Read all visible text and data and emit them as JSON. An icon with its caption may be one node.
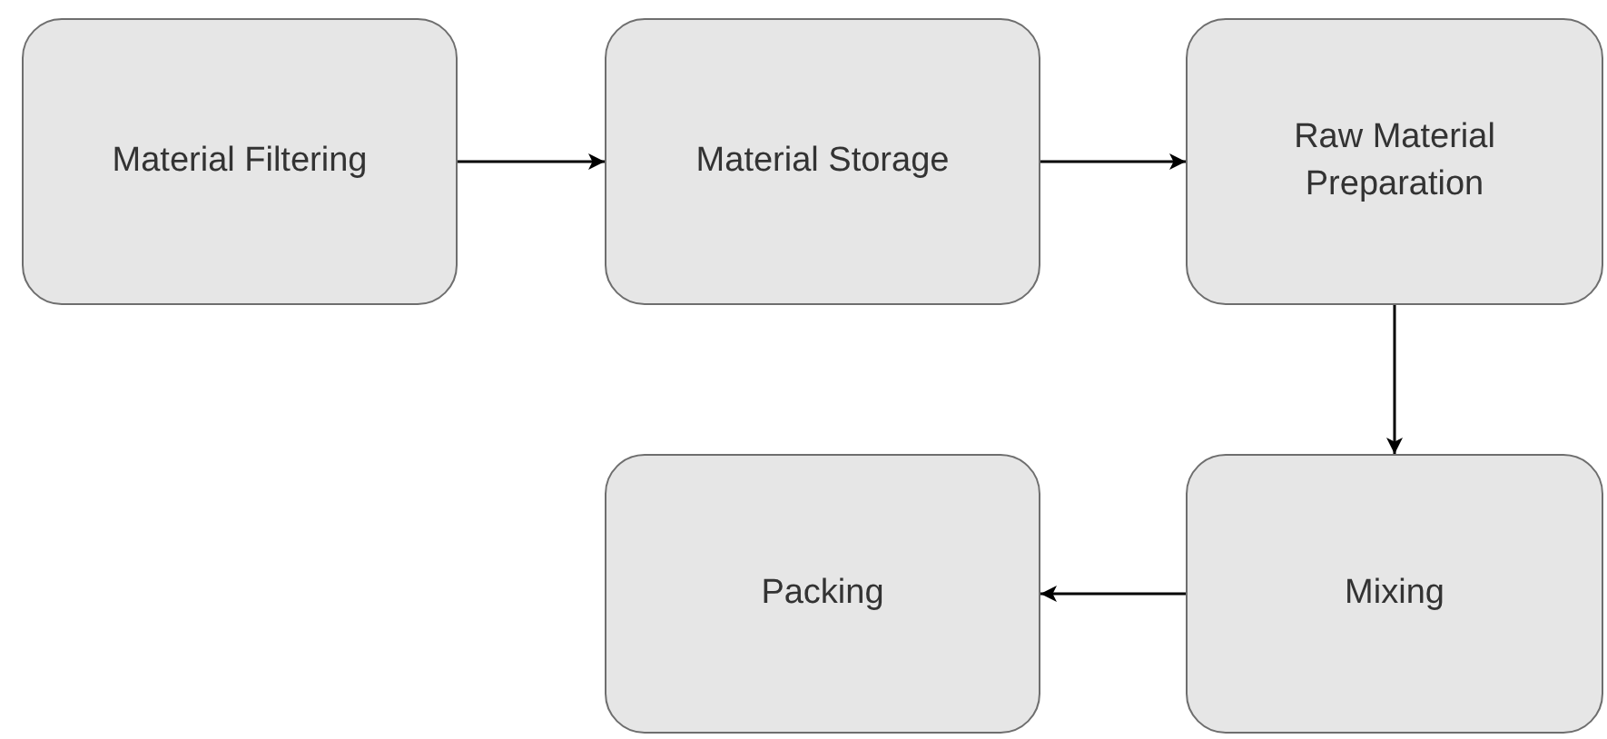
{
  "diagram": {
    "nodes": [
      {
        "text": [
          "Material Filtering"
        ]
      },
      {
        "text": [
          "Material Storage"
        ]
      },
      {
        "text": [
          "Raw Material Preparation"
        ]
      },
      {
        "text": [
          "Packing"
        ]
      },
      {
        "text": [
          "Mixing"
        ]
      }
    ],
    "edges": [
      {
        "from": 0,
        "to": 1,
        "arrow": "to"
      },
      {
        "from": 1,
        "to": 2,
        "arrow": "to"
      },
      {
        "from": 2,
        "to": 4,
        "arrow": "to"
      },
      {
        "from": 4,
        "to": 3,
        "arrow": "to"
      }
    ]
  }
}
